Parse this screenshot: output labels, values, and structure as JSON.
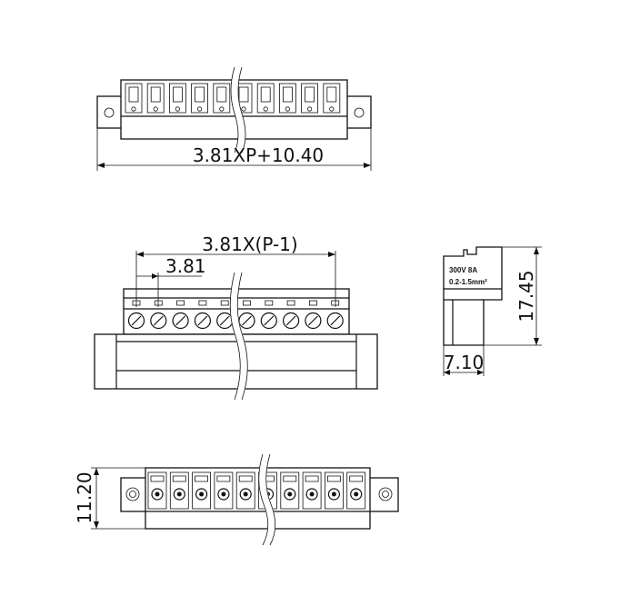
{
  "drawing": {
    "top_view": {
      "dimension": "3.81XP+10.40"
    },
    "front_view": {
      "pitch_span": "3.81X(P-1)",
      "pitch": "3.81"
    },
    "side_view": {
      "label_line1": "300V 8A",
      "label_line2": "0.2-1.5mm²",
      "height": "17.45",
      "depth": "7.10"
    },
    "bottom_view": {
      "height": "11.20"
    },
    "pin_count_drawn": 10
  }
}
